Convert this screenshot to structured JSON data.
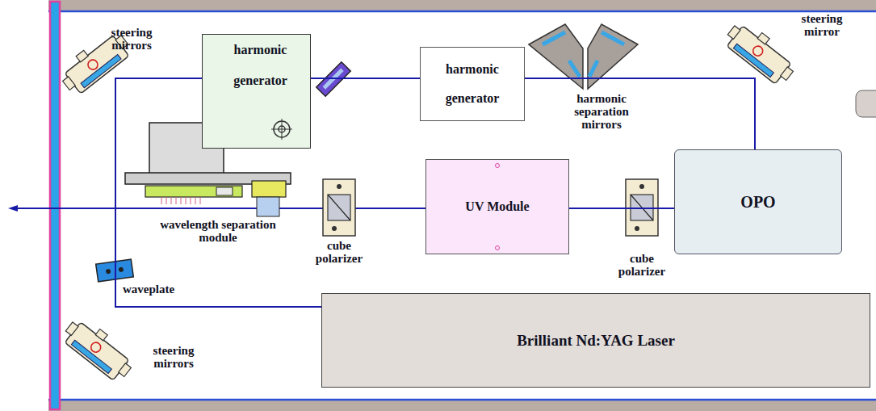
{
  "diagram": {
    "nodes": [
      {
        "text": [
          "harmonic generator"
        ]
      },
      {
        "text": [
          "harmonic generator"
        ]
      },
      {
        "text": [
          "UV Module"
        ]
      },
      {
        "text": [
          "OPO"
        ]
      },
      {
        "text": [
          "Brilliant Nd:YAG Laser"
        ]
      }
    ],
    "edges": [
      {
        "from": 4,
        "to": 0,
        "arrow": "none"
      },
      {
        "from": 0,
        "to": 1,
        "arrow": "none"
      },
      {
        "from": 1,
        "to": 3,
        "arrow": "none"
      },
      {
        "from": 3,
        "to": 2,
        "arrow": "none"
      }
    ],
    "labels": [
      "steering mirrors",
      "harmonic separation mirrors",
      "steering mirror",
      "wavelength separation module",
      "cube polarizer",
      "cube polarizer",
      "waveplate",
      "steering mirrors"
    ]
  }
}
